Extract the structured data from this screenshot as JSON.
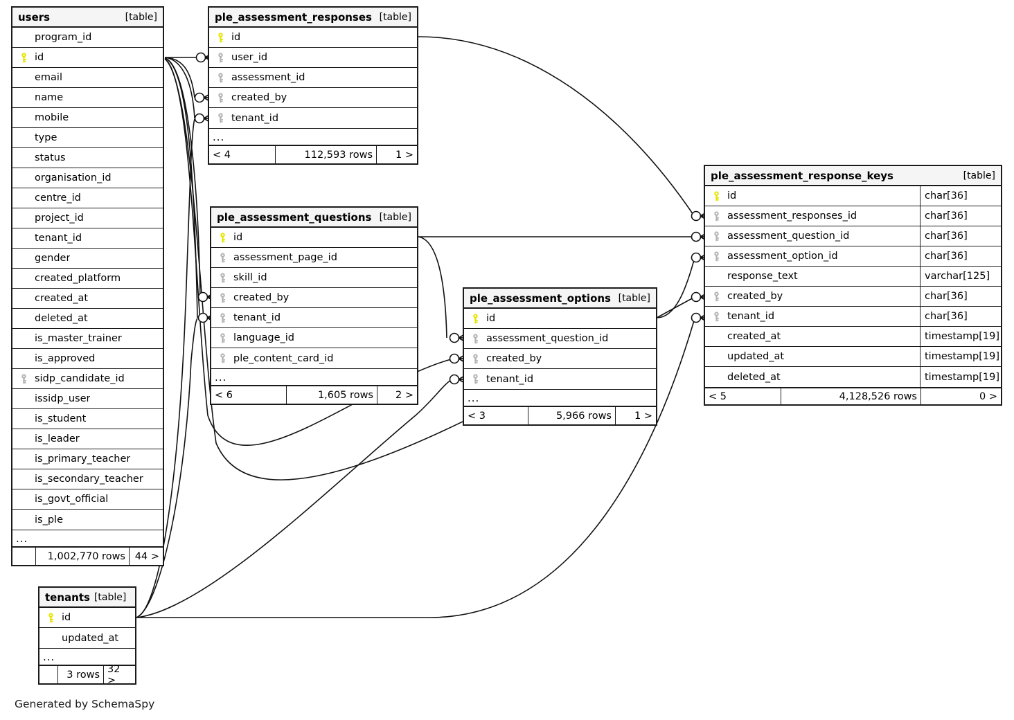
{
  "caption": "Generated by SchemaSpy",
  "labels": {
    "table_tag": "[table]",
    "ellipsis": "...",
    "rows_suffix": "rows"
  },
  "colors": {
    "pk_key": "#e5e500",
    "fk_key": "#b3b3b3",
    "border": "#1a1a1a",
    "header_bg": "#f5f5f5",
    "background": "#ffffff"
  },
  "tables": {
    "users": {
      "name": "users",
      "tag": "[table]",
      "columns": [
        {
          "name": "program_id",
          "key": "none"
        },
        {
          "name": "id",
          "key": "primary"
        },
        {
          "name": "email",
          "key": "none"
        },
        {
          "name": "name",
          "key": "none"
        },
        {
          "name": "mobile",
          "key": "none"
        },
        {
          "name": "type",
          "key": "none"
        },
        {
          "name": "status",
          "key": "none"
        },
        {
          "name": "organisation_id",
          "key": "none"
        },
        {
          "name": "centre_id",
          "key": "none"
        },
        {
          "name": "project_id",
          "key": "none"
        },
        {
          "name": "tenant_id",
          "key": "none"
        },
        {
          "name": "gender",
          "key": "none"
        },
        {
          "name": "created_platform",
          "key": "none"
        },
        {
          "name": "created_at",
          "key": "none"
        },
        {
          "name": "deleted_at",
          "key": "none"
        },
        {
          "name": "is_master_trainer",
          "key": "none"
        },
        {
          "name": "is_approved",
          "key": "none"
        },
        {
          "name": "sidp_candidate_id",
          "key": "foreign"
        },
        {
          "name": "issidp_user",
          "key": "none"
        },
        {
          "name": "is_student",
          "key": "none"
        },
        {
          "name": "is_leader",
          "key": "none"
        },
        {
          "name": "is_primary_teacher",
          "key": "none"
        },
        {
          "name": "is_secondary_teacher",
          "key": "none"
        },
        {
          "name": "is_govt_official",
          "key": "none"
        },
        {
          "name": "is_ple",
          "key": "none"
        }
      ],
      "has_ellipsis": true,
      "footer": {
        "left": "",
        "middle": "1,002,770 rows",
        "right": "44 >"
      }
    },
    "ple_assessment_responses": {
      "name": "ple_assessment_responses",
      "tag": "[table]",
      "columns": [
        {
          "name": "id",
          "key": "primary"
        },
        {
          "name": "user_id",
          "key": "foreign"
        },
        {
          "name": "assessment_id",
          "key": "foreign"
        },
        {
          "name": "created_by",
          "key": "foreign"
        },
        {
          "name": "tenant_id",
          "key": "foreign"
        }
      ],
      "has_ellipsis": true,
      "footer": {
        "left": "< 4",
        "middle": "112,593 rows",
        "right": "1 >"
      }
    },
    "ple_assessment_questions": {
      "name": "ple_assessment_questions",
      "tag": "[table]",
      "columns": [
        {
          "name": "id",
          "key": "primary"
        },
        {
          "name": "assessment_page_id",
          "key": "foreign"
        },
        {
          "name": "skill_id",
          "key": "foreign"
        },
        {
          "name": "created_by",
          "key": "foreign"
        },
        {
          "name": "tenant_id",
          "key": "foreign"
        },
        {
          "name": "language_id",
          "key": "foreign"
        },
        {
          "name": "ple_content_card_id",
          "key": "foreign"
        }
      ],
      "has_ellipsis": true,
      "footer": {
        "left": "< 6",
        "middle": "1,605 rows",
        "right": "2 >"
      }
    },
    "ple_assessment_options": {
      "name": "ple_assessment_options",
      "tag": "[table]",
      "columns": [
        {
          "name": "id",
          "key": "primary"
        },
        {
          "name": "assessment_question_id",
          "key": "foreign"
        },
        {
          "name": "created_by",
          "key": "foreign"
        },
        {
          "name": "tenant_id",
          "key": "foreign"
        }
      ],
      "has_ellipsis": true,
      "footer": {
        "left": "< 3",
        "middle": "5,966 rows",
        "right": "1 >"
      }
    },
    "ple_assessment_response_keys": {
      "name": "ple_assessment_response_keys",
      "tag": "[table]",
      "columns": [
        {
          "name": "id",
          "key": "primary",
          "type": "char[36]"
        },
        {
          "name": "assessment_responses_id",
          "key": "foreign",
          "type": "char[36]"
        },
        {
          "name": "assessment_question_id",
          "key": "foreign",
          "type": "char[36]"
        },
        {
          "name": "assessment_option_id",
          "key": "foreign",
          "type": "char[36]"
        },
        {
          "name": "response_text",
          "key": "none",
          "type": "varchar[125]"
        },
        {
          "name": "created_by",
          "key": "foreign",
          "type": "char[36]"
        },
        {
          "name": "tenant_id",
          "key": "foreign",
          "type": "char[36]"
        },
        {
          "name": "created_at",
          "key": "none",
          "type": "timestamp[19]"
        },
        {
          "name": "updated_at",
          "key": "none",
          "type": "timestamp[19]"
        },
        {
          "name": "deleted_at",
          "key": "none",
          "type": "timestamp[19]"
        }
      ],
      "has_ellipsis": false,
      "footer": {
        "left": "< 5",
        "middle": "4,128,526 rows",
        "right": "0 >"
      }
    },
    "tenants": {
      "name": "tenants",
      "tag": "[table]",
      "columns": [
        {
          "name": "id",
          "key": "primary"
        },
        {
          "name": "updated_at",
          "key": "none"
        }
      ],
      "has_ellipsis": true,
      "footer": {
        "left": "",
        "middle": "3 rows",
        "right": "32 >"
      }
    }
  },
  "relationships": [
    {
      "from": "users.id",
      "to": "ple_assessment_responses.user_id"
    },
    {
      "from": "users.id",
      "to": "ple_assessment_responses.created_by"
    },
    {
      "from": "users.id",
      "to": "ple_assessment_responses.tenant_id"
    },
    {
      "from": "users.id",
      "to": "ple_assessment_questions.created_by"
    },
    {
      "from": "users.id",
      "to": "ple_assessment_questions.tenant_id"
    },
    {
      "from": "users.id",
      "to": "ple_assessment_options.created_by"
    },
    {
      "from": "users.id",
      "to": "ple_assessment_response_keys.created_by"
    },
    {
      "from": "ple_assessment_responses.id",
      "to": "ple_assessment_response_keys.assessment_responses_id"
    },
    {
      "from": "ple_assessment_questions.id",
      "to": "ple_assessment_response_keys.assessment_question_id"
    },
    {
      "from": "ple_assessment_questions.id",
      "to": "ple_assessment_options.assessment_question_id"
    },
    {
      "from": "ple_assessment_options.id",
      "to": "ple_assessment_response_keys.assessment_option_id"
    },
    {
      "from": "tenants.id",
      "to": "ple_assessment_options.tenant_id"
    },
    {
      "from": "tenants.id",
      "to": "ple_assessment_response_keys.tenant_id"
    },
    {
      "from": "tenants.id",
      "to": "ple_assessment_questions.tenant_id"
    },
    {
      "from": "tenants.id",
      "to": "ple_assessment_responses.tenant_id"
    }
  ]
}
